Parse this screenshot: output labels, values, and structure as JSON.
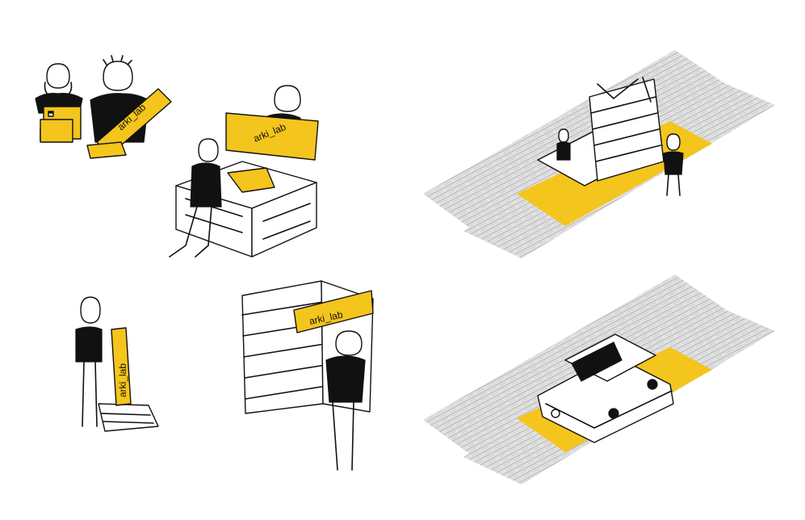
{
  "colors": {
    "accent_yellow": "#f4c51c",
    "ink": "#111111",
    "road_gray": "#c9c9c9",
    "background": "#ffffff"
  },
  "board_labels": {
    "panel_1": "arki_lab",
    "panel_2": "arki_lab",
    "panel_3": "arki_lab",
    "panel_4": "arki_lab"
  }
}
